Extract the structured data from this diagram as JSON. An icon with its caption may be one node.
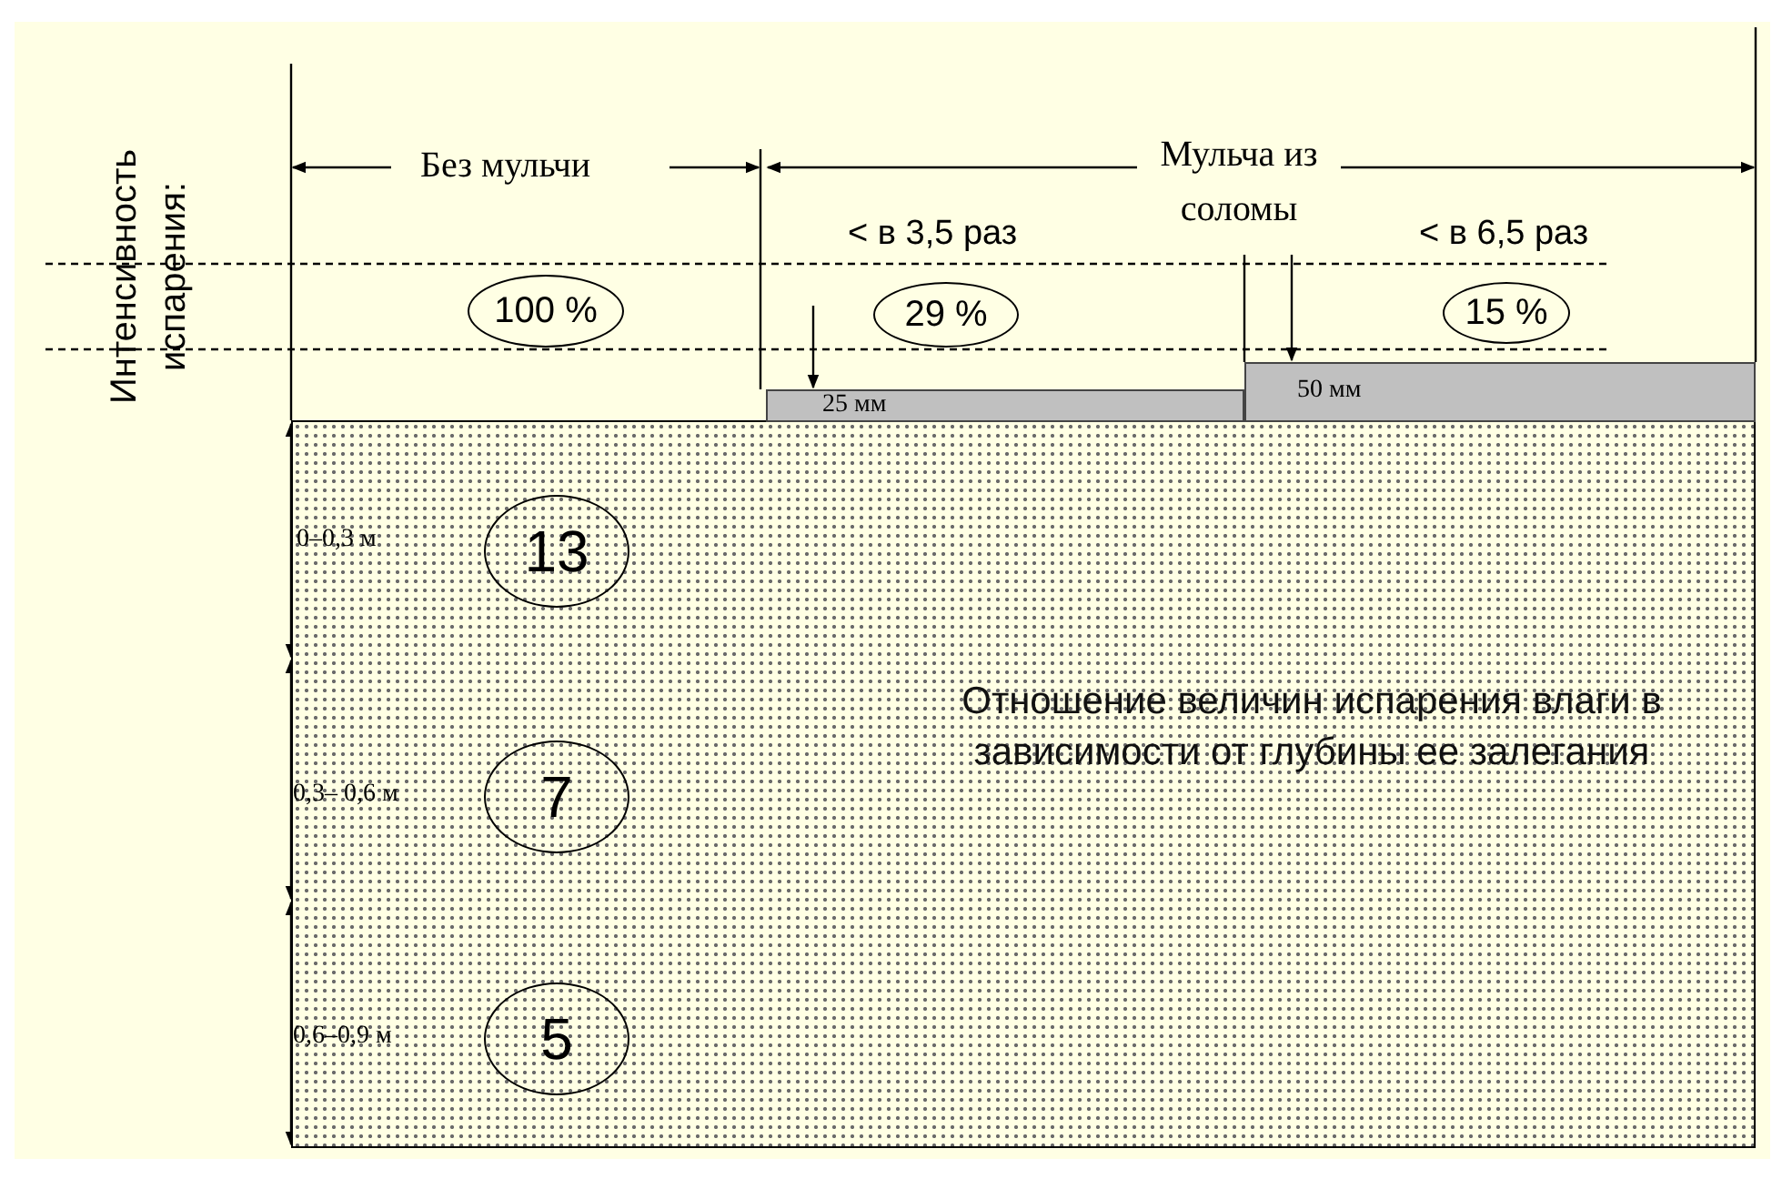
{
  "diagram": {
    "nodes": [
      {
        "text": [
          "Отношение величин испарения влаги в зависимости от глубины ее залегания"
        ]
      },
      {
        "text": [
          "13"
        ],
        "in": 0
      },
      {
        "text": [
          "7"
        ],
        "in": 0
      },
      {
        "text": [
          "5"
        ],
        "in": 0
      },
      {
        "text": [
          "100 %"
        ]
      },
      {
        "text": [
          "29 %"
        ]
      },
      {
        "text": [
          "15 %"
        ]
      },
      {
        "text": [
          "25 мм"
        ]
      },
      {
        "text": [
          "50 мм"
        ]
      }
    ],
    "labels": [
      "Интенсивность испарения:",
      "Без мульчи",
      "Мульча из соломы",
      "< в 3,5 раз",
      "< в 6,5 раз",
      "0–0,3  м",
      "0,3– 0,6 м",
      "0,6–0,9 м"
    ]
  }
}
